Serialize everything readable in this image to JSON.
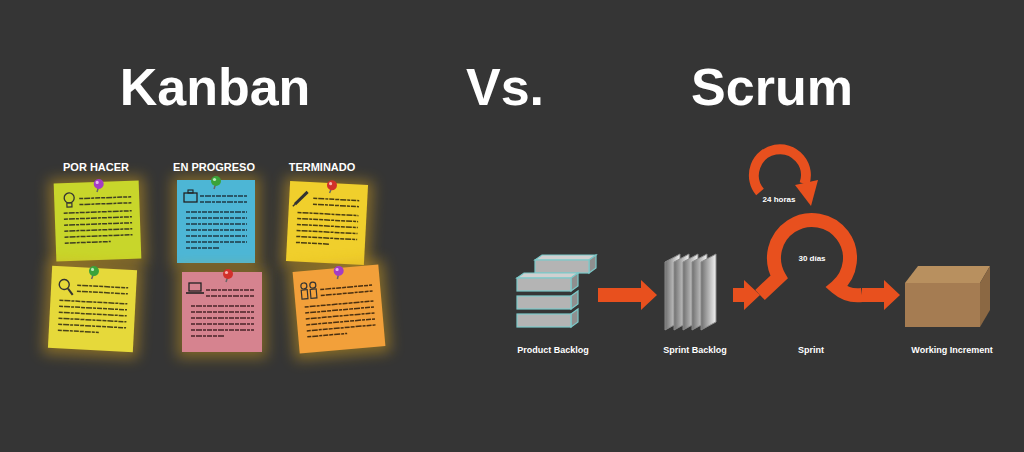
{
  "diagram": {
    "nodes": [
      {
        "text": [
          "Product Backlog"
        ]
      },
      {
        "text": [
          "Sprint Backlog"
        ]
      },
      {
        "text": [
          "Sprint"
        ]
      },
      {
        "text": [
          "Working Increment"
        ]
      }
    ],
    "edges": [
      {
        "from": 0,
        "to": 1,
        "arrow": "to"
      },
      {
        "from": 1,
        "to": 2,
        "arrow": "to"
      },
      {
        "from": 2,
        "to": 3,
        "arrow": "to"
      }
    ],
    "labels": [
      "Kanban",
      "Vs.",
      "Scrum",
      "POR HACER",
      "EN PROGRESO",
      "TERMINADO",
      "24 horas",
      "30 días"
    ]
  }
}
